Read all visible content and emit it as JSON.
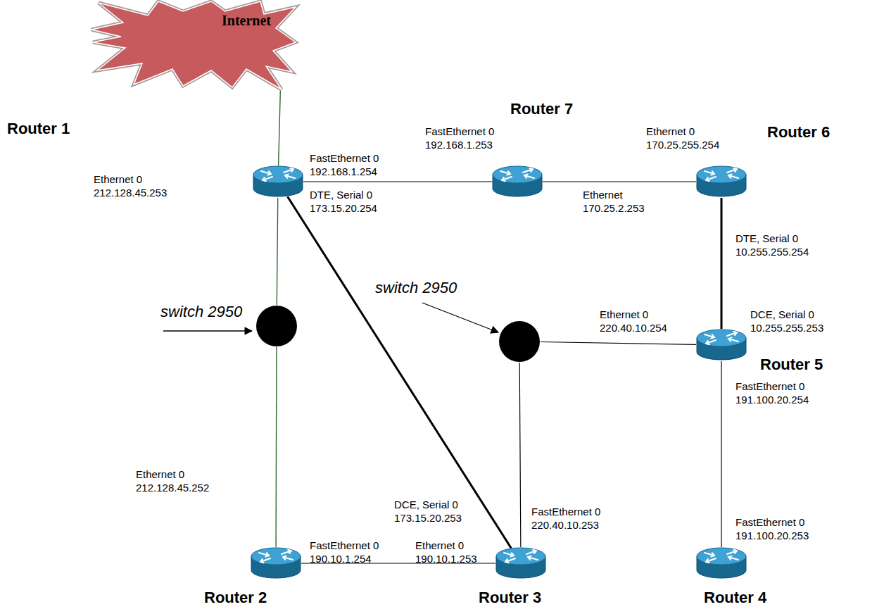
{
  "diagram": {
    "nodes": [
      {
        "text": [
          "Internet"
        ]
      },
      {
        "text": [
          "Router 1"
        ]
      },
      {
        "text": [
          "Router 7"
        ]
      },
      {
        "text": [
          "Router 6"
        ]
      },
      {
        "text": [
          "switch 2950"
        ]
      },
      {
        "text": [
          "switch 2950"
        ]
      },
      {
        "text": [
          "Router 5"
        ]
      },
      {
        "text": [
          "Router 2"
        ]
      },
      {
        "text": [
          "Router 3"
        ]
      },
      {
        "text": [
          "Router 4"
        ]
      }
    ],
    "edges": [
      {
        "from": 0,
        "to": 1,
        "arrow": "none"
      },
      {
        "from": 1,
        "to": 4,
        "arrow": "none"
      },
      {
        "from": 4,
        "to": 7,
        "arrow": "none"
      },
      {
        "from": 1,
        "to": 2,
        "arrow": "none"
      },
      {
        "from": 2,
        "to": 3,
        "arrow": "none"
      },
      {
        "from": 1,
        "to": 8,
        "arrow": "none"
      },
      {
        "from": 7,
        "to": 8,
        "arrow": "none"
      },
      {
        "from": 8,
        "to": 5,
        "arrow": "none"
      },
      {
        "from": 5,
        "to": 6,
        "arrow": "none"
      },
      {
        "from": 3,
        "to": 6,
        "arrow": "none"
      },
      {
        "from": 6,
        "to": 9,
        "arrow": "none"
      }
    ],
    "labels": [
      "Ethernet 0 212.128.45.253",
      "FastEthernet 0 192.168.1.254",
      "DTE, Serial 0 173.15.20.254",
      "FastEthernet 0 192.168.1.253",
      "Ethernet 170.25.2.253",
      "Ethernet 0 170.25.255.254",
      "DTE, Serial 0 10.255.255.254",
      "DCE, Serial 0 10.255.255.253",
      "Ethernet 0 220.40.10.254",
      "FastEthernet 0 191.100.20.254",
      "Ethernet 0 212.128.45.252",
      "DCE, Serial 0 173.15.20.253",
      "FastEthernet 0 220.40.10.253",
      "FastEthernet 0 190.10.1.254",
      "Ethernet 0 190.10.1.253",
      "FastEthernet 0 191.100.20.253"
    ]
  }
}
